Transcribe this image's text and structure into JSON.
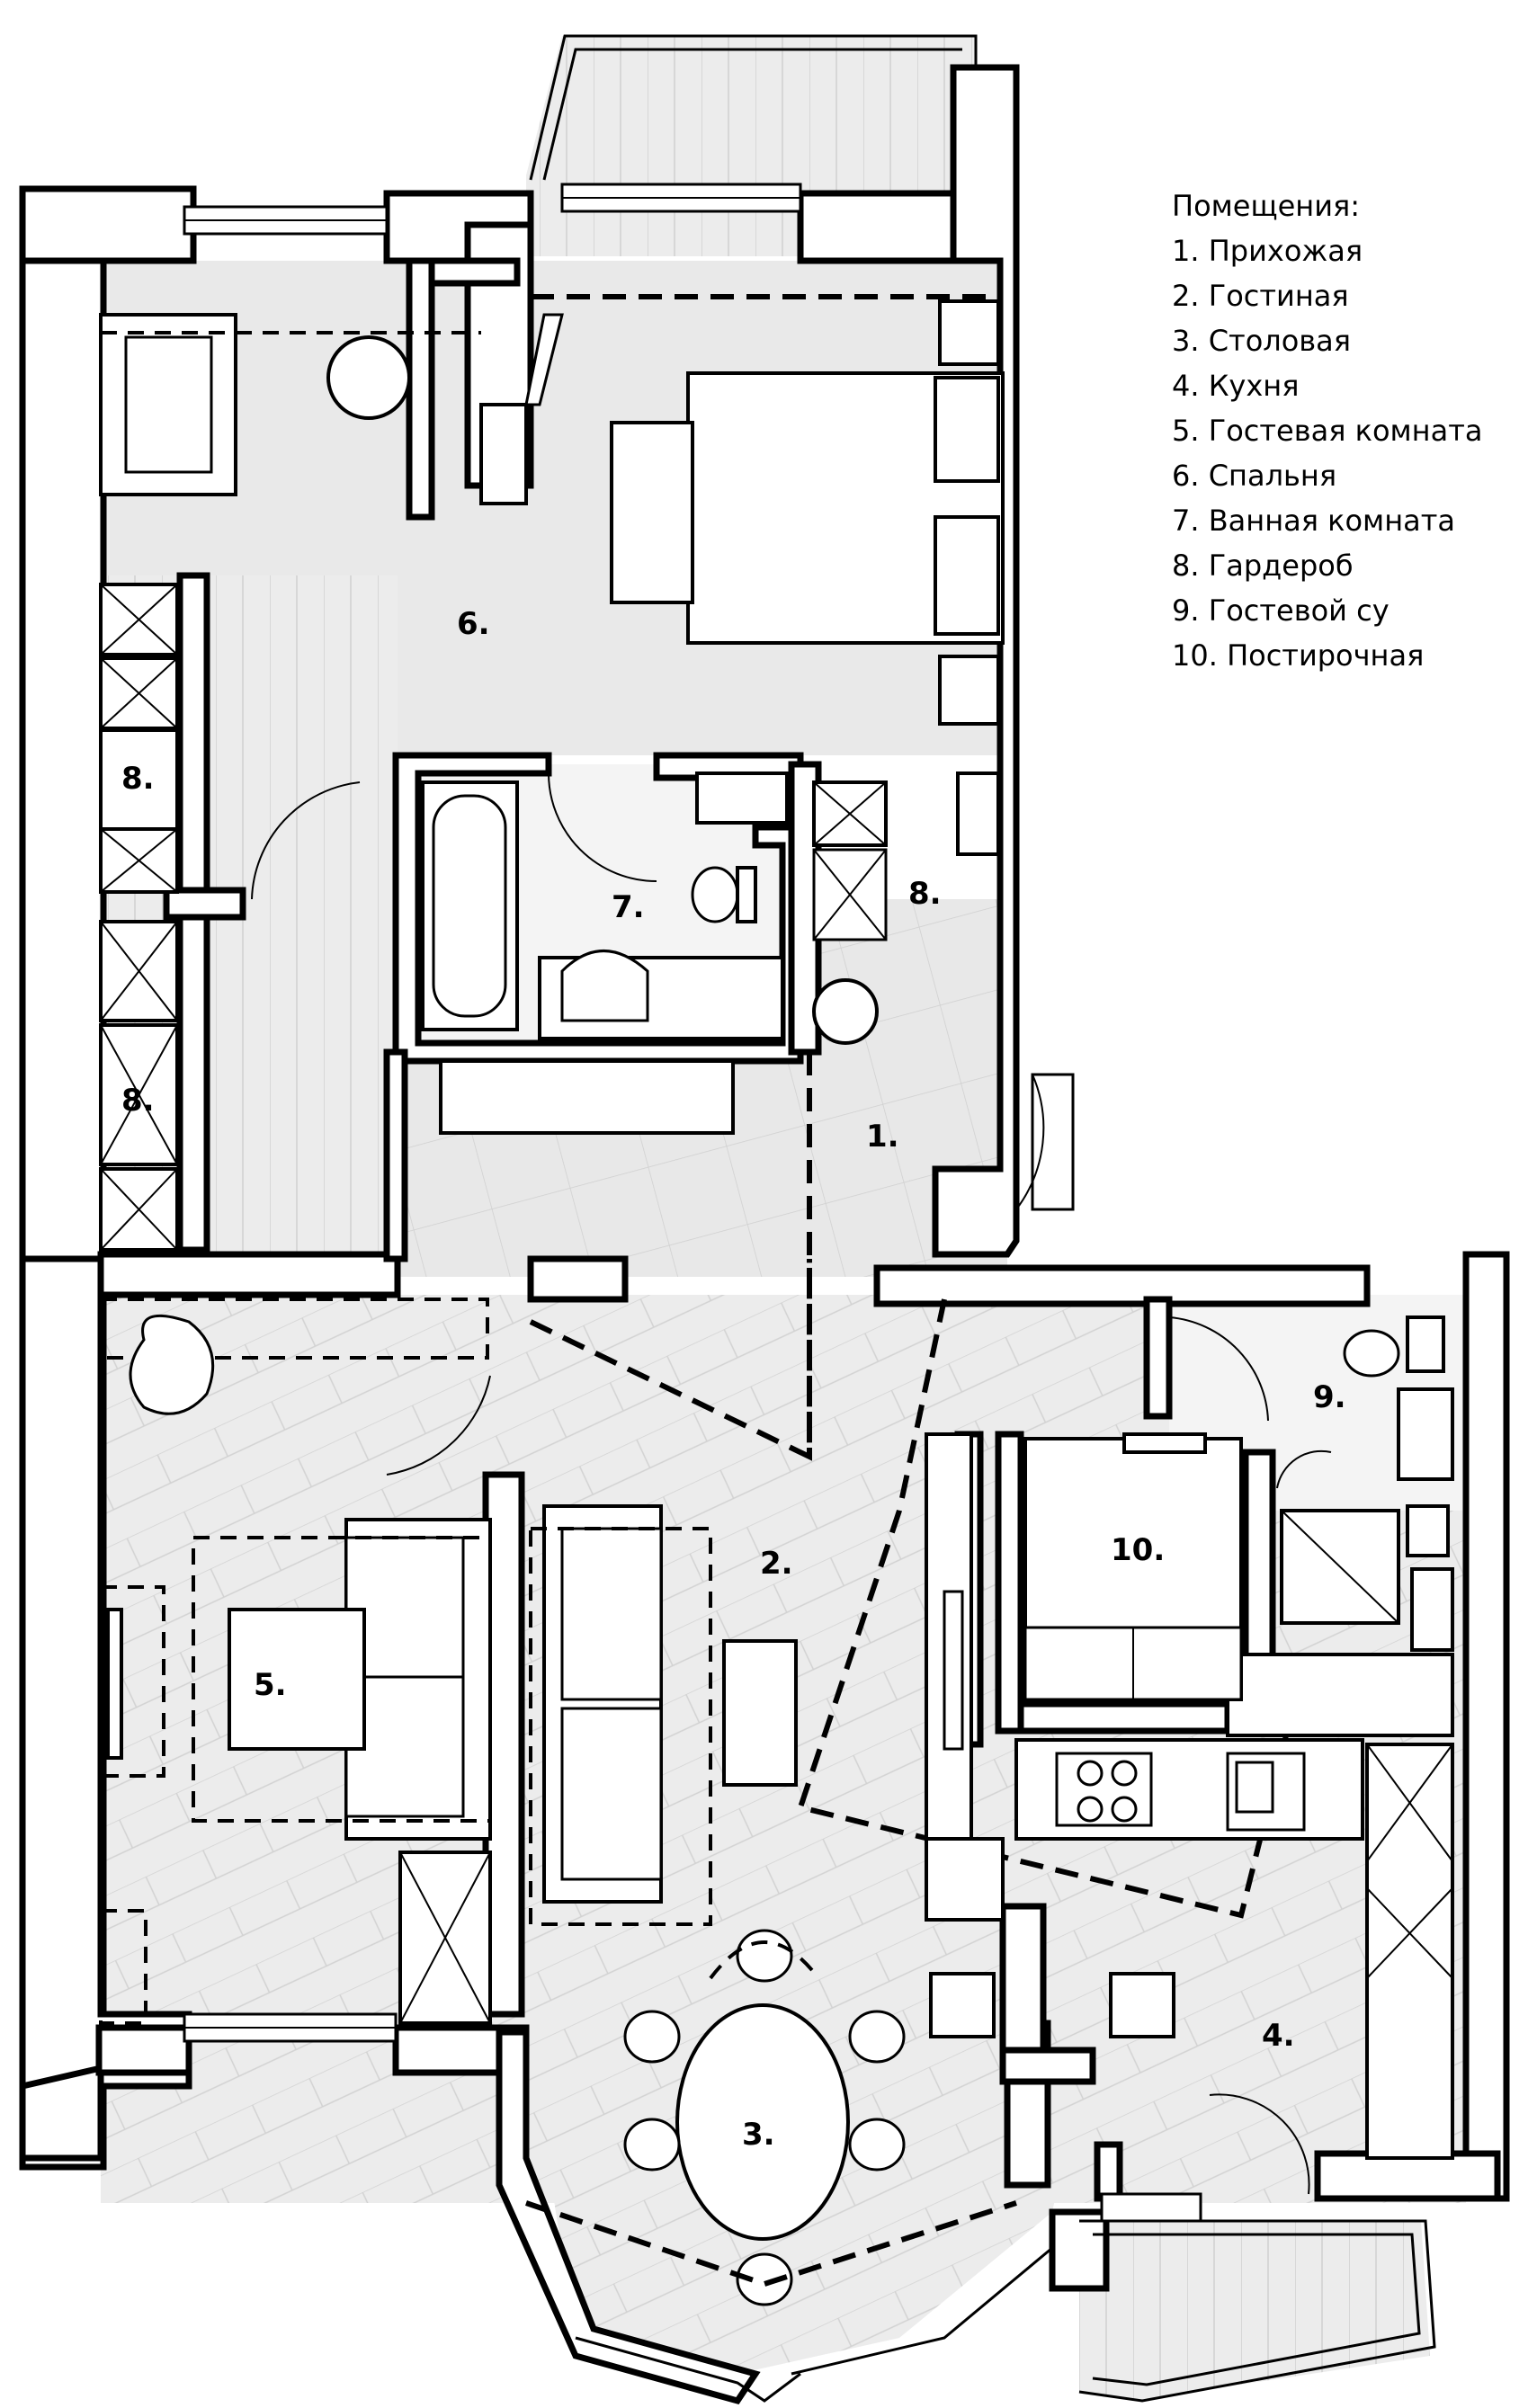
{
  "legend": {
    "title": "Помещения:",
    "items": [
      "1. Прихожая",
      "2. Гостиная",
      "3. Столовая",
      "4. Кухня",
      "5. Гостевая комната",
      "6. Спальня",
      "7. Ванная комната",
      "8. Гардероб",
      "9. Гостевой су",
      "10. Постирочная"
    ]
  },
  "rooms": [
    {
      "label": "1."
    },
    {
      "label": "2."
    },
    {
      "label": "3."
    },
    {
      "label": "4."
    },
    {
      "label": "5."
    },
    {
      "label": "6."
    },
    {
      "label": "7."
    },
    {
      "label": "8."
    },
    {
      "label": "8."
    },
    {
      "label": "8."
    },
    {
      "label": "9."
    },
    {
      "label": "10."
    }
  ],
  "colors": {
    "wall": "#000000",
    "floor": "#e9e9e9",
    "background": "#ffffff"
  }
}
